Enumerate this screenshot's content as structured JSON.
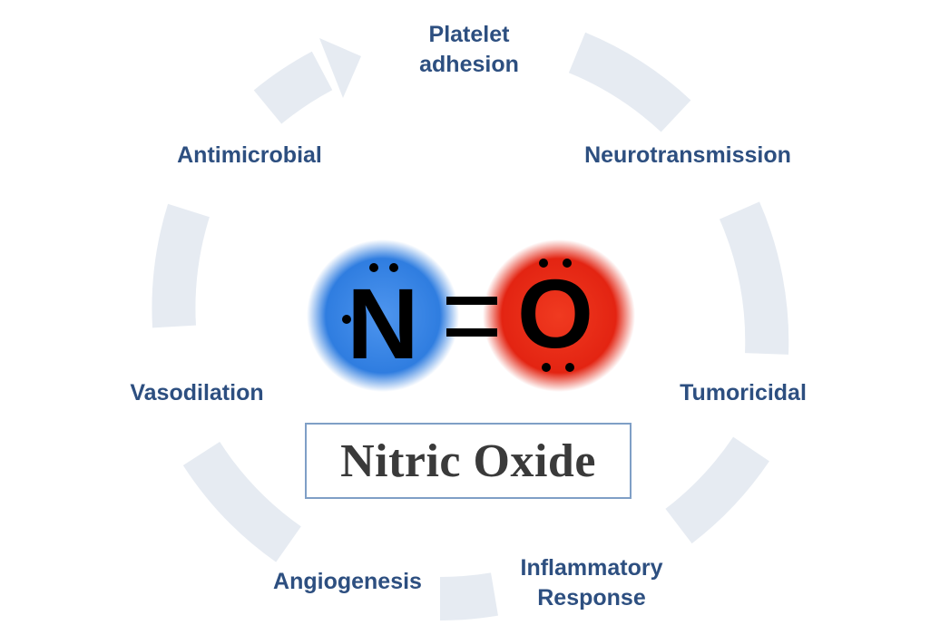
{
  "title": "Nitric Oxide",
  "molecule": {
    "left_atom": "N",
    "right_atom": "O",
    "left_color": "#2f7de0",
    "right_color": "#e32412"
  },
  "functions": [
    {
      "lines": [
        "Platelet",
        "adhesion"
      ]
    },
    {
      "lines": [
        "Neurotransmission"
      ]
    },
    {
      "lines": [
        "Tumoricidal"
      ]
    },
    {
      "lines": [
        "Inflammatory",
        "Response"
      ]
    },
    {
      "lines": [
        "Angiogenesis"
      ]
    },
    {
      "lines": [
        "Vasodilation"
      ]
    },
    {
      "lines": [
        "Antimicrobial"
      ]
    }
  ],
  "colors": {
    "label_text": "#2d4f80",
    "cycle_arrow": "#e6ebf2",
    "title_border": "#7f9fc6",
    "title_text": "#3a3a3a"
  }
}
